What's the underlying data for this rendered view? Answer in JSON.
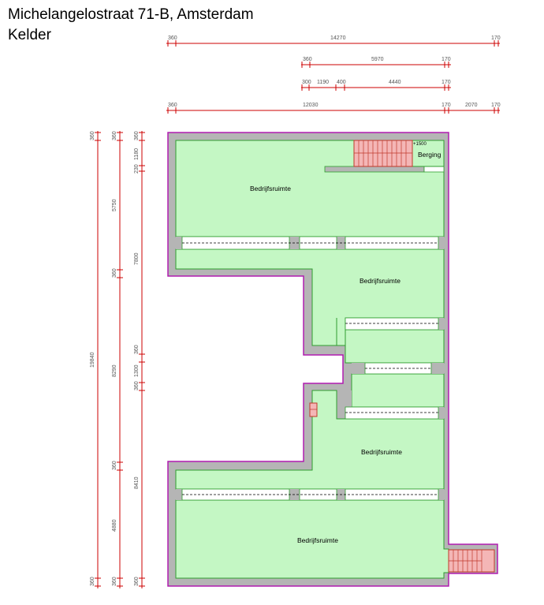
{
  "header": {
    "address": "Michelangelostraat 71-B, Amsterdam",
    "floor": "Kelder"
  },
  "colors": {
    "outline": "#b01bb0",
    "wall": "#b5b5b5",
    "room": "#c4f7c4",
    "room_edge": "#2f9e2f",
    "stair": "#f4b6b6",
    "stair_edge": "#c0392b",
    "dimension": "#cc0000"
  },
  "rooms": [
    {
      "label": "Bedrijfsruimte"
    },
    {
      "label": "Bedrijfsruimte"
    },
    {
      "label": "Bedrijfsruimte"
    },
    {
      "label": "Bedrijfsruimte"
    },
    {
      "label": "Berging"
    }
  ],
  "annotations": {
    "stair_level": "+1500"
  },
  "dimensions": {
    "top_row_1": [
      "360",
      "14270",
      "170"
    ],
    "top_row_2": [
      "360",
      "5970",
      "170"
    ],
    "top_row_3": [
      "300",
      "1190",
      "400",
      "4440",
      "170"
    ],
    "top_row_4": [
      "360",
      "12030",
      "170",
      "2070",
      "170"
    ],
    "left_col_1": [
      "360",
      "19840",
      "360"
    ],
    "left_col_2": [
      "360",
      "5750",
      "360",
      "8290",
      "360",
      "4880",
      "360"
    ],
    "left_col_3": [
      "360",
      "1180",
      "230",
      "7800",
      "360",
      "1300",
      "360",
      "8410",
      "360"
    ]
  }
}
